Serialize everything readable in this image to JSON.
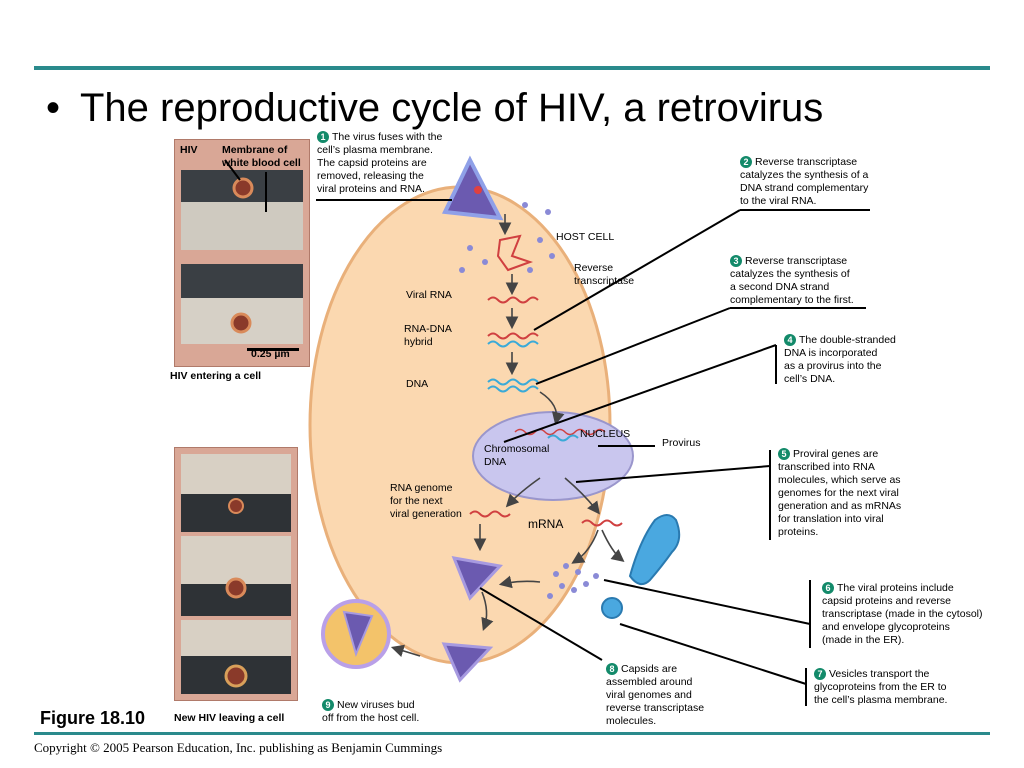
{
  "slide": {
    "title": "The reproductive cycle of HIV, a retrovirus",
    "bullet": "•",
    "figure_label": "Figure 18.10",
    "copyright": "Copyright © 2005 Pearson Education, Inc. publishing as Benjamin Cummings"
  },
  "micrographs": {
    "hiv_label": "HIV",
    "membrane_label": "Membrane of\nwhite blood cell",
    "scale_label": "0.25 µm",
    "entering_caption": "HIV entering  a cell",
    "leaving_caption": "New HIV leaving a cell"
  },
  "labels": {
    "host_cell": "HOST CELL",
    "reverse_transcriptase": "Reverse\ntranscriptase",
    "viral_rna": "Viral RNA",
    "rna_dna_hybrid": "RNA-DNA\nhybrid",
    "dna": "DNA",
    "nucleus": "NUCLEUS",
    "provirus": "Provirus",
    "chromosomal_dna": "Chromosomal\nDNA",
    "rna_genome": "RNA genome\nfor the next\nviral generation",
    "mrna": "mRNA"
  },
  "steps": [
    {
      "n": "1",
      "text": "The virus fuses with the\ncell’s plasma membrane.\nThe capsid proteins are\nremoved, releasing the\nviral proteins and RNA."
    },
    {
      "n": "2",
      "text": "Reverse transcriptase\ncatalyzes the synthesis of a\nDNA strand complementary\nto the viral RNA."
    },
    {
      "n": "3",
      "text": "Reverse transcriptase\ncatalyzes the synthesis of\na second DNA strand\ncomplementary to the first."
    },
    {
      "n": "4",
      "text": "The double-stranded\nDNA is incorporated\nas a provirus into the\ncell’s DNA."
    },
    {
      "n": "5",
      "text": "Proviral genes are\ntranscribed into RNA\nmolecules, which serve as\ngenomes for the next viral\ngeneration and as mRNAs\nfor translation into viral\nproteins."
    },
    {
      "n": "6",
      "text": "The viral proteins include\ncapsid proteins and reverse\ntranscriptase (made in the cytosol)\nand envelope glycoproteins\n(made in the ER)."
    },
    {
      "n": "7",
      "text": "Vesicles transport the\nglycoproteins from the ER to\nthe cell’s plasma membrane."
    },
    {
      "n": "8",
      "text": "Capsids are\nassembled around\nviral genomes and\nreverse transcriptase\nmolecules."
    },
    {
      "n": "9",
      "text": "New viruses bud\noff from the host cell."
    }
  ],
  "colors": {
    "accent_bar": "#2a8a8c",
    "cell_fill": "#fbd8b0",
    "cell_border": "#e9b07a",
    "nucleus_fill": "#c9c6ee",
    "step_badge": "#138a6a",
    "virus_purple": "#6b5ab0",
    "er_blue": "#4aa8e0"
  }
}
